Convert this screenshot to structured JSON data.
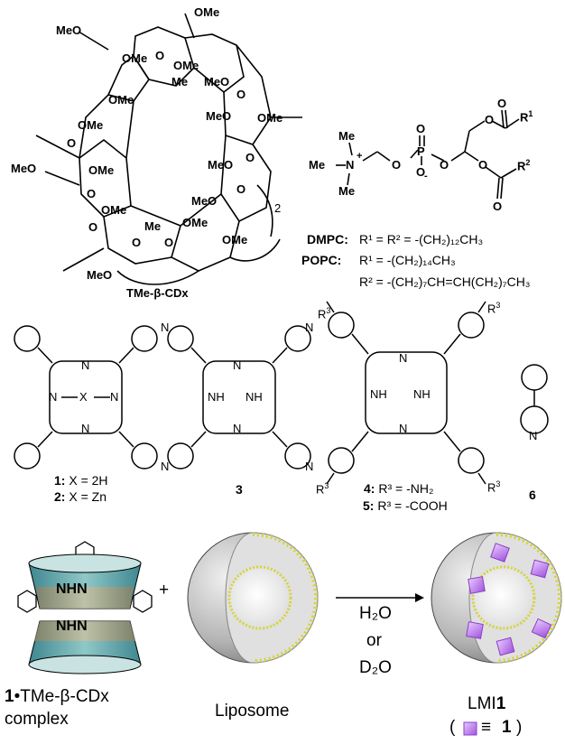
{
  "cd": {
    "methoxy": "OMe",
    "me": "Me",
    "meo": "MeO",
    "ring_o": "O",
    "repeat": "2",
    "name": "TMe-β-CDx"
  },
  "lipid": {
    "me": "Me",
    "n": "N",
    "charge": "+",
    "o": "O",
    "p": "P",
    "ominus": "O",
    "minus": "-",
    "r1": "R",
    "r1sup": "1",
    "r2": "R",
    "r2sup": "2",
    "dmpc": "DMPC:",
    "dmpc_def": "R¹ = R² = -(CH₂)₁₂CH₃",
    "popc": "POPC:",
    "popc_r1": "R¹ = -(CH₂)₁₄CH₃",
    "popc_r2": "R² = -(CH₂)₇CH=CH(CH₂)₇CH₃"
  },
  "porph": {
    "n": "N",
    "x": "X",
    "nh": "NH",
    "r3": "R",
    "r3sup": "3",
    "c1_label": "1:",
    "c1_def": "X = 2H",
    "c2_label": "2:",
    "c2_def": "X = Zn",
    "c3_label": "3",
    "c4_label": "4:",
    "c4_def": "R³ = -NH₂",
    "c5_label": "5:",
    "c5_def": "R³ = -COOH",
    "c6_label": "6"
  },
  "scheme": {
    "nhn_top": "NHN",
    "nhn_bottom": "NHN",
    "plus": "+",
    "complex_num": "1",
    "complex_text1": "•TMe-β-CDx",
    "complex_text2": "complex",
    "liposome": "Liposome",
    "cond1": "H₂O",
    "cond2": "or",
    "cond3": "D₂O",
    "lmi_prefix": "LMI",
    "lmi_num": "1",
    "legend_open": "(",
    "legend_equiv": "≡",
    "legend_num": "1",
    "legend_close": ")"
  },
  "colors": {
    "cd_teal": "#5ba8b0",
    "cd_rim": "#c9e3e2",
    "cd_olive": "#a49a6e",
    "lipid_head": "#d6d437",
    "sphere_dark": "#7d7d7d",
    "sphere_light": "#e8e8e8",
    "porphyrin_purple": "#b46be6"
  }
}
